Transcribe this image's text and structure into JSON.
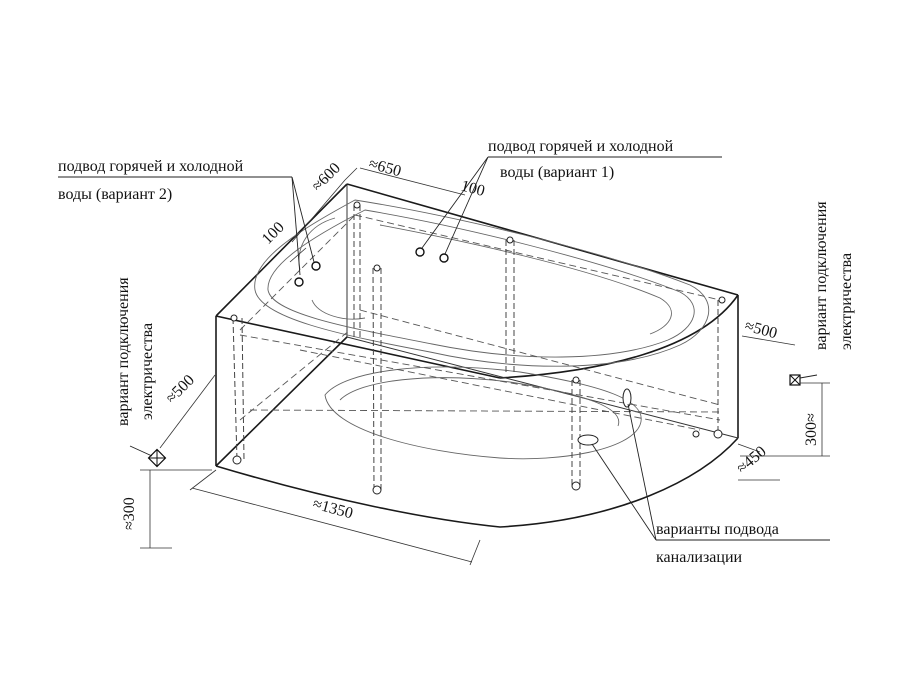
{
  "notes": {
    "water_v2_line1": "подвод горячей и холодной",
    "water_v2_line2": "воды (вариант 2)",
    "water_v1_line1": "подвод горячей и холодной",
    "water_v1_line2": "воды (вариант 1)",
    "elec_left_line1": "вариант подключения",
    "elec_left_line2": "электричества",
    "elec_right_line1": "вариант подключения",
    "elec_right_line2": "электричества",
    "drain_line1": "варианты подвода",
    "drain_line2": "канализации"
  },
  "dims": {
    "d600": "≈600",
    "d650": "≈650",
    "d100_left": "100",
    "d100_right": "100",
    "d500_left": "≈500",
    "d500_right": "≈500",
    "d300_left": "≈300",
    "d300_right": "300≈",
    "d1350": "≈1350",
    "d450": "≈450"
  }
}
